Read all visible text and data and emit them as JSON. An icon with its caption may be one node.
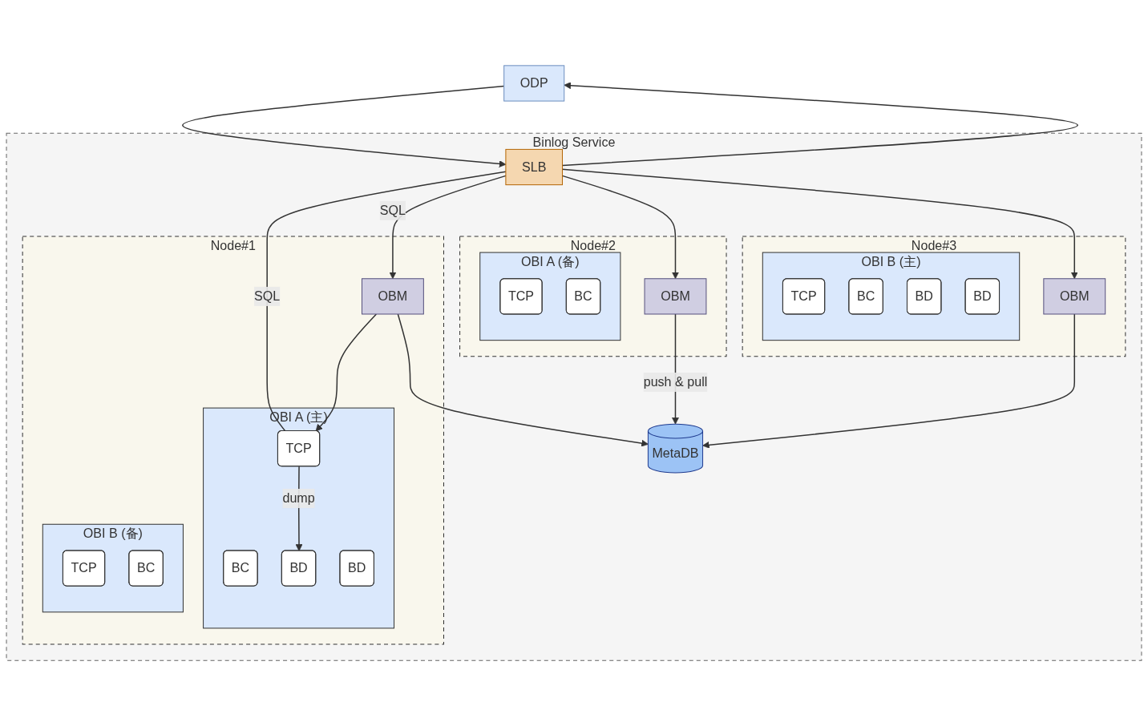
{
  "diagram": {
    "nodes": [
      {
        "text": [
          "ODP"
        ]
      },
      {
        "text": [
          "Binlog Service"
        ]
      },
      {
        "text": [
          "SLB"
        ],
        "in": 1
      },
      {
        "text": [
          "Node#1"
        ],
        "in": 1
      },
      {
        "text": [
          "OBM"
        ],
        "in": 3
      },
      {
        "text": [
          "OBI A (主)"
        ],
        "in": 3
      },
      {
        "text": [
          "TCP"
        ],
        "in": 5
      },
      {
        "text": [
          "BC"
        ],
        "in": 5
      },
      {
        "text": [
          "BD"
        ],
        "in": 5
      },
      {
        "text": [
          "BD"
        ],
        "in": 5
      },
      {
        "text": [
          "OBI B (备)"
        ],
        "in": 3
      },
      {
        "text": [
          "TCP"
        ],
        "in": 10
      },
      {
        "text": [
          "BC"
        ],
        "in": 10
      },
      {
        "text": [
          "Node#2"
        ],
        "in": 1
      },
      {
        "text": [
          "OBM"
        ],
        "in": 13
      },
      {
        "text": [
          "OBI A (备)"
        ],
        "in": 13
      },
      {
        "text": [
          "TCP"
        ],
        "in": 15
      },
      {
        "text": [
          "BC"
        ],
        "in": 15
      },
      {
        "text": [
          "Node#3"
        ],
        "in": 1
      },
      {
        "text": [
          "OBM"
        ],
        "in": 18
      },
      {
        "text": [
          "OBI B (主)"
        ],
        "in": 18
      },
      {
        "text": [
          "TCP"
        ],
        "in": 20
      },
      {
        "text": [
          "BC"
        ],
        "in": 20
      },
      {
        "text": [
          "BD"
        ],
        "in": 20
      },
      {
        "text": [
          "BD"
        ],
        "in": 20
      },
      {
        "text": [
          "MetaDB"
        ],
        "in": 1
      }
    ],
    "edges": [
      {
        "from": 0,
        "to": 2,
        "arrow": "to"
      },
      {
        "from": 2,
        "to": 0,
        "arrow": "to"
      },
      {
        "from": 2,
        "to": 4,
        "arrow": "to",
        "label": "SQL"
      },
      {
        "from": 2,
        "to": 14,
        "arrow": "to"
      },
      {
        "from": 2,
        "to": 19,
        "arrow": "to"
      },
      {
        "from": 2,
        "to": 6,
        "arrow": "none",
        "label": "SQL"
      },
      {
        "from": 6,
        "to": 8,
        "arrow": "to",
        "label": "dump"
      },
      {
        "from": 4,
        "to": 6,
        "arrow": "to"
      },
      {
        "from": 4,
        "to": 25,
        "arrow": "to"
      },
      {
        "from": 14,
        "to": 25,
        "arrow": "to",
        "label": "push & pull"
      },
      {
        "from": 19,
        "to": 25,
        "arrow": "to"
      }
    ]
  }
}
